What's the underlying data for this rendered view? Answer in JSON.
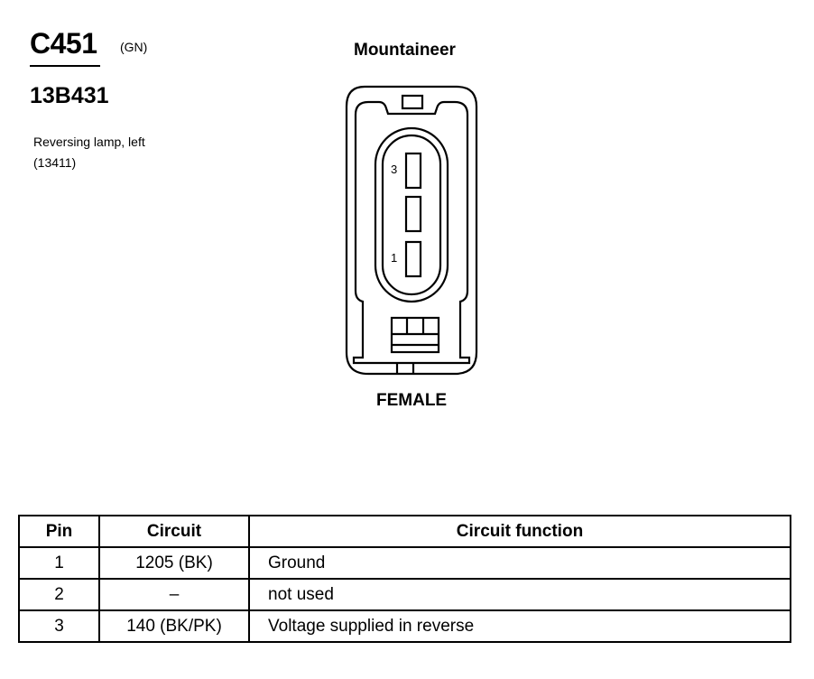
{
  "connector": {
    "id": "C451",
    "color": "(GN)",
    "part_number": "13B431",
    "description_line1": "Reversing lamp, left",
    "description_line2": "(13411)"
  },
  "diagram": {
    "vehicle": "Mountaineer",
    "gender": "FEMALE",
    "pin_labels": [
      "3",
      "1"
    ]
  },
  "table": {
    "headers": [
      "Pin",
      "Circuit",
      "Circuit function"
    ],
    "rows": [
      {
        "pin": "1",
        "circuit": "1205 (BK)",
        "function": "Ground"
      },
      {
        "pin": "2",
        "circuit": "–",
        "function": "not used"
      },
      {
        "pin": "3",
        "circuit": "140 (BK/PK)",
        "function": "Voltage supplied in reverse"
      }
    ]
  }
}
